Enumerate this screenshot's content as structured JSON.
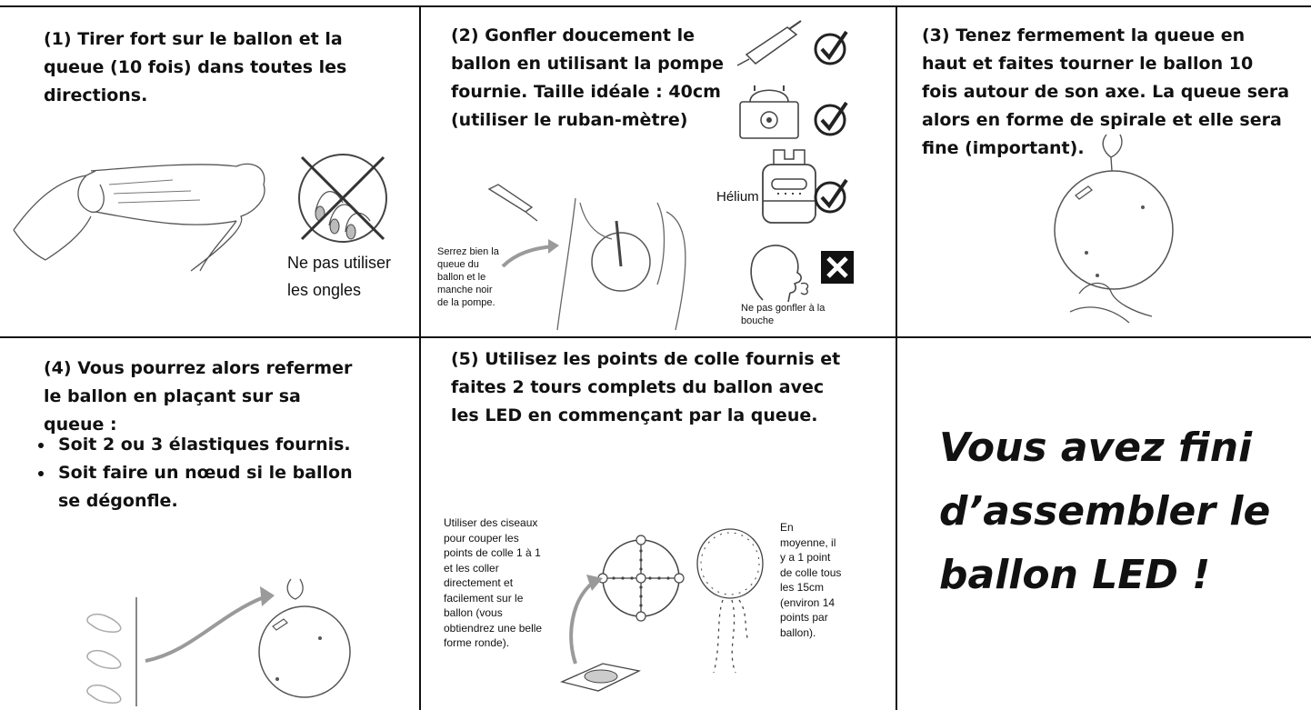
{
  "steps": [
    {
      "text": "(1) Tirer fort sur le ballon et la queue (10 fois) dans toutes les directions.",
      "note": [
        "Ne pas utiliser",
        "les ongles"
      ]
    },
    {
      "text": [
        "(2) Gonfler doucement le",
        "ballon en utilisant la pompe",
        "fournie. Taille idéale : 40cm",
        "(utiliser le ruban-mètre)"
      ],
      "helium_label": "Hélium",
      "squeeze_note": [
        "Serrez bien la",
        "queue du",
        "ballon et le",
        "manche noir",
        "de la pompe."
      ],
      "mouth_note": [
        "Ne pas gonfler à la",
        "bouche"
      ],
      "icons": [
        "hand-pump-icon",
        "electric-pump-icon",
        "helium-tank-icon",
        "mouth-blowing-icon"
      ],
      "status_icons": [
        "check-icon",
        "check-icon",
        "check-icon",
        "cross-icon"
      ]
    },
    {
      "text": "(3) Tenez fermement la queue en haut et faites tourner le ballon 10 fois autour de son axe. La queue sera alors en forme de spirale et elle sera fine (important)."
    },
    {
      "text": "(4) Vous pourrez alors refermer le ballon en plaçant sur sa queue :",
      "bullets": [
        "Soit 2 ou 3 élastiques fournis.",
        "Soit faire un nœud si le ballon se dégonfle."
      ]
    },
    {
      "text": "(5) Utilisez les points de colle fournis et faites 2 tours complets du ballon avec les LED en commençant par la queue.",
      "scissors_note": [
        "Utiliser des ciseaux",
        "pour couper les",
        "points de colle 1 à 1",
        "et les coller",
        "directement et",
        "facilement sur le",
        "ballon (vous",
        "obtiendrez une belle",
        "forme ronde)."
      ],
      "average_note": [
        "En",
        "moyenne, il",
        "y a 1 point",
        "de colle tous",
        "les 15cm",
        "(environ 14",
        "points par",
        "ballon)."
      ]
    }
  ],
  "final_message": [
    "Vous avez fini",
    "d’assembler le",
    "ballon LED !"
  ],
  "colors": {
    "check": "#222222",
    "cross_bg": "#111111",
    "arrow": "#9a9a9a"
  }
}
